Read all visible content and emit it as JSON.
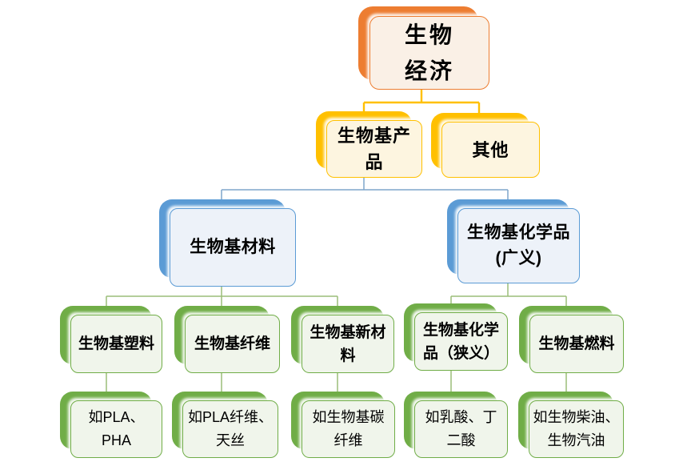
{
  "themes": {
    "orange": {
      "accent": "#ED7D31",
      "fill": "#FAF0E6",
      "line": "#FFC000"
    },
    "gold": {
      "accent": "#FFC000",
      "fill": "#FDF5E0",
      "line": "#FFC000"
    },
    "blue": {
      "accent": "#5B9BD5",
      "fill": "#EDF2F9",
      "line": "#7FA5CC"
    },
    "green": {
      "accent": "#70AD47",
      "fill": "#F0F5EB",
      "line": "#9CBE78"
    }
  },
  "nodes": {
    "root": {
      "lines": [
        "生物",
        "经济"
      ],
      "theme": "orange",
      "children": [
        "bio_products",
        "other"
      ]
    },
    "bio_products": {
      "lines": [
        "生物基产",
        "品"
      ],
      "theme": "gold",
      "children": [
        "bio_materials",
        "bio_chemicals_broad"
      ]
    },
    "other": {
      "lines": [
        "其他"
      ],
      "theme": "gold",
      "children": []
    },
    "bio_materials": {
      "lines": [
        "生物基材料"
      ],
      "theme": "blue",
      "children": [
        "bio_plastics",
        "bio_fibers",
        "bio_new_materials"
      ]
    },
    "bio_chemicals_broad": {
      "lines": [
        "生物基化学品",
        "(广义)"
      ],
      "theme": "blue",
      "children": [
        "bio_chemicals_narrow",
        "bio_fuels"
      ]
    },
    "bio_plastics": {
      "lines": [
        "生物基塑料"
      ],
      "theme": "green",
      "children": [
        "ex_pla"
      ]
    },
    "bio_fibers": {
      "lines": [
        "生物基纤维"
      ],
      "theme": "green",
      "children": [
        "ex_pla_fiber"
      ]
    },
    "bio_new_materials": {
      "lines": [
        "生物基新材",
        "料"
      ],
      "theme": "green",
      "children": [
        "ex_carbon_fiber"
      ]
    },
    "bio_chemicals_narrow": {
      "lines": [
        "生物基化学",
        "品（狭义）"
      ],
      "theme": "green",
      "children": [
        "ex_lactic"
      ]
    },
    "bio_fuels": {
      "lines": [
        "生物基燃料"
      ],
      "theme": "green",
      "children": [
        "ex_biodiesel"
      ]
    },
    "ex_pla": {
      "lines": [
        "如PLA、",
        "PHA"
      ],
      "theme": "green"
    },
    "ex_pla_fiber": {
      "lines": [
        "如PLA纤维、",
        "天丝"
      ],
      "theme": "green"
    },
    "ex_carbon_fiber": {
      "lines": [
        "如生物基碳",
        "纤维"
      ],
      "theme": "green"
    },
    "ex_lactic": {
      "lines": [
        "如乳酸、丁",
        "二酸"
      ],
      "theme": "green"
    },
    "ex_biodiesel": {
      "lines": [
        "如生物柴油、",
        "生物汽油"
      ],
      "theme": "green"
    }
  }
}
